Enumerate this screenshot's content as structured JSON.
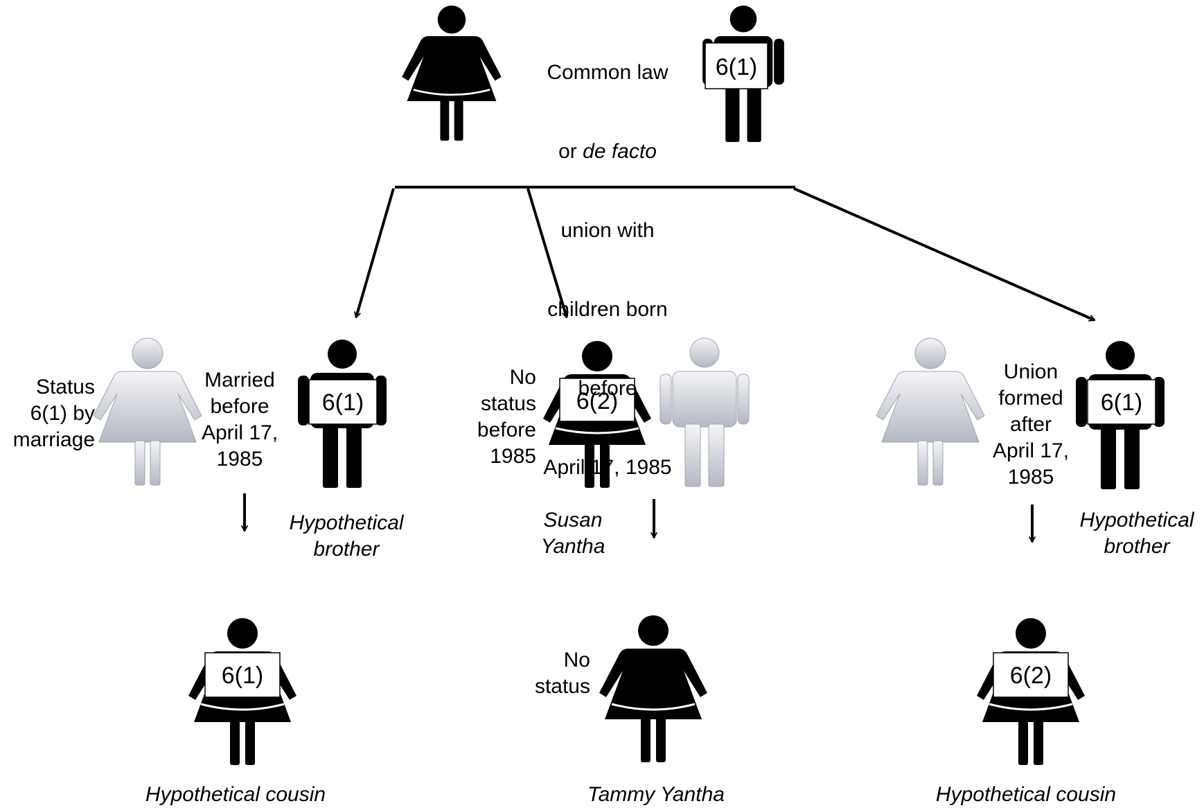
{
  "top": {
    "union_line1": "Common law",
    "union_line2_pre": "or",
    "union_line2_italic": "de facto",
    "union_line3": "union with",
    "union_line4": "children born",
    "union_line5": "before",
    "union_line6": "April 17, 1985",
    "father_badge": "6(1)"
  },
  "left_branch": {
    "spouse_note": "Status\n6(1) by\nmarriage",
    "marriage_note": "Married\nbefore\nApril 17,\n1985",
    "brother_badge": "6(1)",
    "brother_caption": "Hypothetical\nbrother",
    "child_badge": "6(1)",
    "child_caption": "Hypothetical cousin"
  },
  "middle_branch": {
    "status_note": "No\nstatus\nbefore\n1985",
    "susan_badge": "6(2)",
    "susan_caption": "Susan\nYantha",
    "child_note": "No\nstatus",
    "child_caption": "Tammy Yantha"
  },
  "right_branch": {
    "union_note": "Union\nformed\nafter\nApril 17,\n1985",
    "brother_badge": "6(1)",
    "brother_caption": "Hypothetical\nbrother",
    "child_badge": "6(2)",
    "child_caption": "Hypothetical cousin"
  },
  "colors": {
    "figure_dark": "#000000",
    "figure_light_top": "#f4f5f8",
    "figure_light_bottom": "#b4b8c2",
    "badge_fill": "#ffffff",
    "arrow": "#000000"
  }
}
